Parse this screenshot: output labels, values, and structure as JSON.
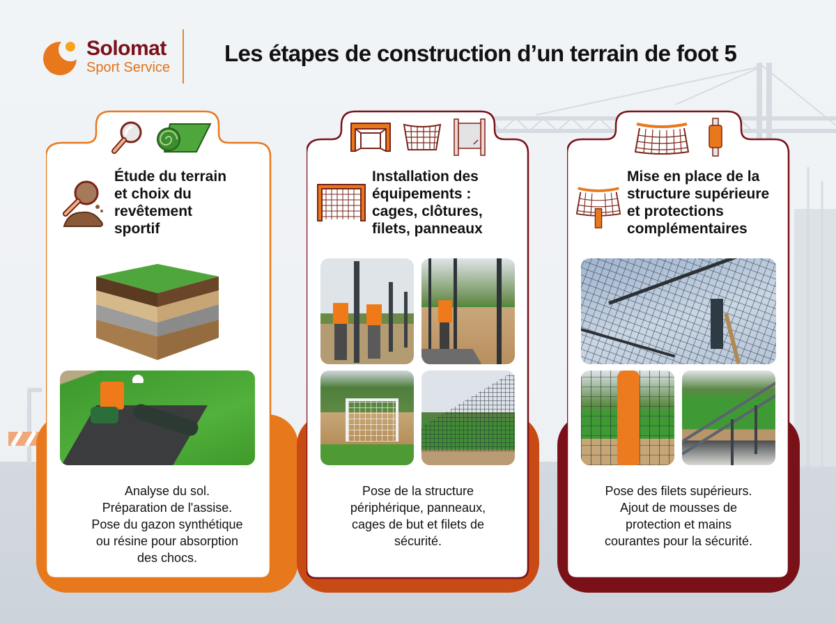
{
  "header": {
    "brand": "Solomat",
    "brand_sub": "Sport Service",
    "title": "Les étapes de construction d’un terrain de foot 5"
  },
  "colors": {
    "orange": "#e8781c",
    "rust": "#c84a14",
    "burgundy": "#7a1018",
    "background": "#f1f4f7"
  },
  "steps": [
    {
      "accent": "#e8781c",
      "tab_icons": [
        "magnifier-icon",
        "turf-roll-icon"
      ],
      "heading_icon": "soil-analysis-icon",
      "title": "Étude du terrain et choix du revêtement sportif",
      "title_lines": [
        "Étude du terrain",
        "et choix du",
        "revêtement",
        "sportif"
      ],
      "images": [
        "soil-layers-cutaway",
        "worker-laying-synthetic-turf"
      ],
      "description_lines": [
        "Analyse du sol.",
        "Préparation de l'assise.",
        "Pose du gazon synthétique",
        "ou résine pour absorption",
        "des chocs."
      ]
    },
    {
      "accent": "#c84a14",
      "tab_icons": [
        "goal-icon",
        "net-icon",
        "panel-icon"
      ],
      "heading_icon": "goal-net-icon",
      "title": "Installation des équipements : cages, clôtures, filets, panneaux",
      "title_lines": [
        "Installation des",
        "équipements :",
        "cages, clôtures,",
        "filets, panneaux"
      ],
      "images": [
        "workers-installing-posts",
        "worker-fixing-wood-panels",
        "goal-cage-on-turf",
        "perimeter-fence-nets"
      ],
      "description_lines": [
        "Pose de la structure",
        "périphérique, panneaux,",
        "cages de but et filets de",
        "sécurité."
      ]
    },
    {
      "accent": "#7a1018",
      "tab_icons": [
        "overhead-net-icon",
        "foam-pad-icon"
      ],
      "heading_icon": "net-with-post-icon",
      "title": "Mise en place de la structure supérieure et protections complémentaires",
      "title_lines": [
        "Mise en place de la",
        "structure supérieure",
        "et protections",
        "complémentaires"
      ],
      "images": [
        "worker-installing-roof-net",
        "orange-foam-post-protection",
        "handrail-along-pitch"
      ],
      "description_lines": [
        "Pose des filets supérieurs.",
        "Ajout de mousses de",
        "protection et mains",
        "courantes pour la sécurité."
      ]
    }
  ]
}
